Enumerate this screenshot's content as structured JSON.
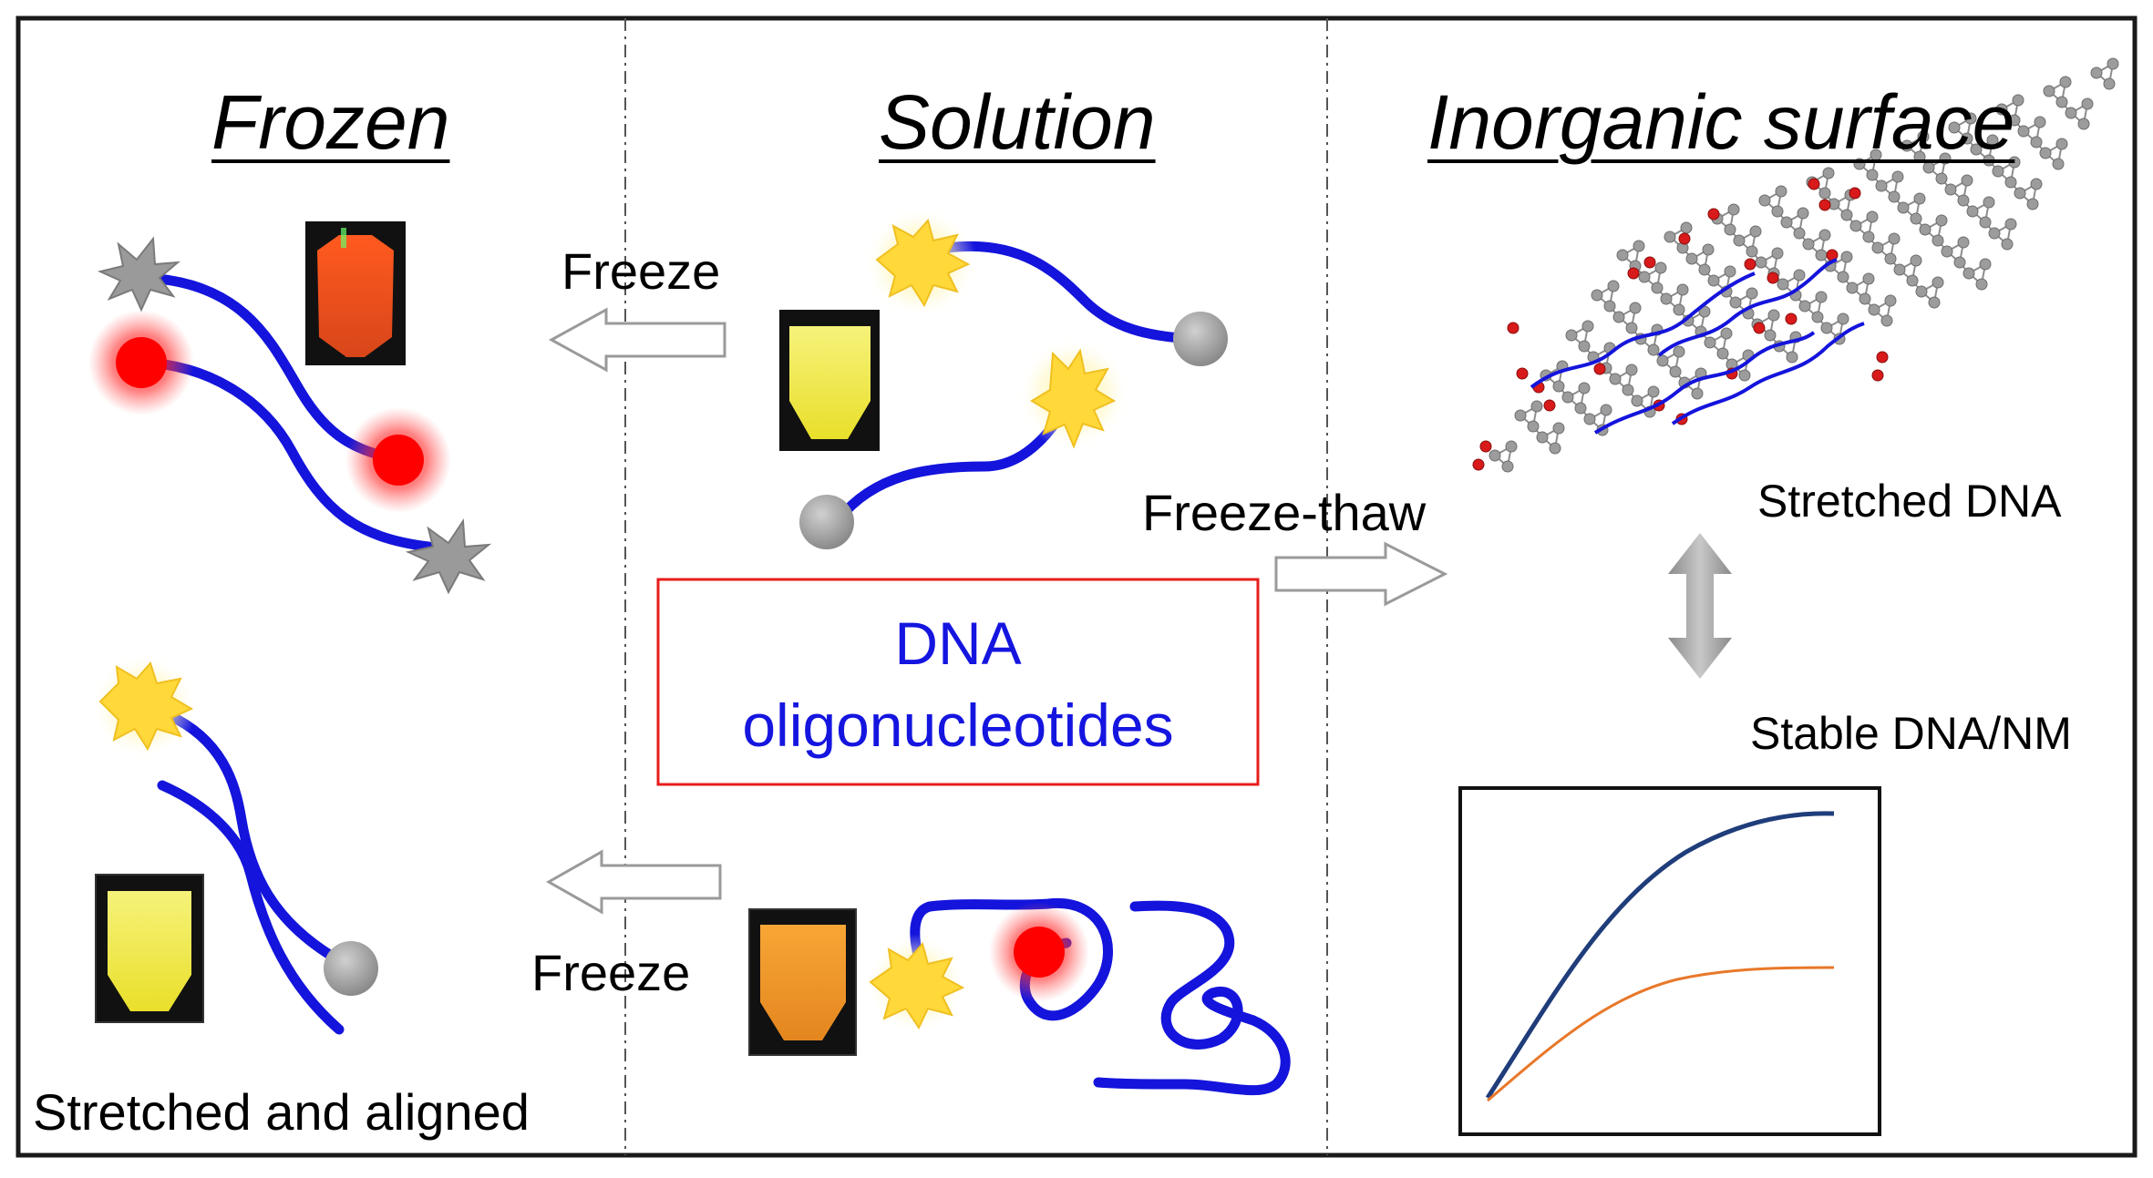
{
  "sections": {
    "frozen": "Frozen",
    "solution": "Solution",
    "inorganic": "Inorganic surface"
  },
  "arrows": {
    "freeze_top": "Freeze",
    "freeze_bottom": "Freeze",
    "freeze_thaw": "Freeze-thaw"
  },
  "center_box": {
    "line1": "DNA",
    "line2": "oligonucleotides"
  },
  "labels": {
    "stretched_aligned": "Stretched and aligned",
    "stretched_dna": "Stretched DNA",
    "stable_dna_nm": "Stable DNA/NM"
  },
  "colors": {
    "dna_strand": "#1414dc",
    "quencher_gray": "#9a9a9a",
    "red_fluorophore": "#ff0000",
    "yellow_fluorophore": "#ffd83a",
    "box_border": "#e81c1c",
    "curve_upper": "#1f3d7a",
    "curve_lower": "#e8782a"
  }
}
